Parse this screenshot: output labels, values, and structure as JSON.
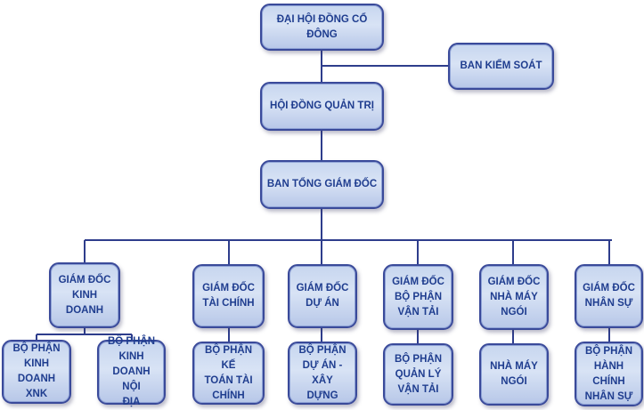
{
  "chart_title": "",
  "nodes": {
    "shareholders": "ĐẠI HỘI ĐỒNG CỔ ĐÔNG",
    "supervisory": "BAN KIỂM SOÁT",
    "board": "HỘI ĐỒNG QUẢN TRỊ",
    "ceo": "BAN TỔNG GIÁM ĐỐC",
    "directors": [
      {
        "label": "GIÁM ĐỐC\nKINH\nDOANH"
      },
      {
        "label": "GIÁM ĐỐC\nTÀI CHÍNH"
      },
      {
        "label": "GIÁM ĐỐC\nDỰ ÁN"
      },
      {
        "label": "GIÁM ĐỐC\nBỘ PHẬN\nVẬN TẢI"
      },
      {
        "label": "GIÁM ĐỐC\nNHÀ MÁY\nNGÓI"
      },
      {
        "label": "GIÁM ĐỐC\nNHÂN SỰ"
      }
    ],
    "departments": [
      {
        "label": "BỘ PHẬN\nKINH\nDOANH XNK"
      },
      {
        "label": "BỘ PHẬN\nKINH\nDOANH NỘI\nĐỊA"
      },
      {
        "label": "BỘ PHẬN KẾ\nTOÁN TÀI\nCHÍNH"
      },
      {
        "label": "BỘ PHẬN\nDỰ ÁN - XÂY\nDỰNG"
      },
      {
        "label": "BỘ PHẬN\nQUẢN LÝ\nVẬN TẢI"
      },
      {
        "label": "NHÀ MÁY\nNGÓI"
      },
      {
        "label": "BỘ PHẬN\nHÀNH\nCHÍNH\nNHÂN SỰ"
      }
    ]
  },
  "colors": {
    "line": "#2e3d8c",
    "border": "#3a4a9a",
    "text": "#1f3d8f",
    "fill": "#c7d6ef"
  }
}
